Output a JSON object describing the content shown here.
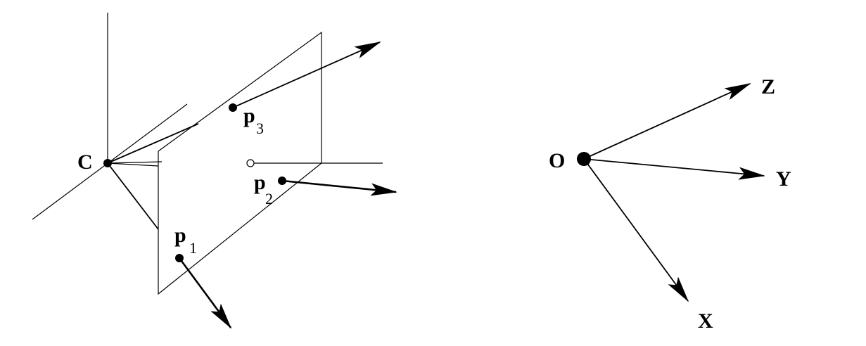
{
  "camera": {
    "center_label": "C",
    "points": [
      {
        "main": "p",
        "sub": "1"
      },
      {
        "main": "p",
        "sub": "2"
      },
      {
        "main": "p",
        "sub": "3"
      }
    ]
  },
  "world": {
    "origin_label": "O",
    "axes": [
      {
        "label": "Z"
      },
      {
        "label": "Y"
      },
      {
        "label": "X"
      }
    ]
  },
  "colors": {
    "ink": "#000000",
    "background": "#ffffff"
  }
}
